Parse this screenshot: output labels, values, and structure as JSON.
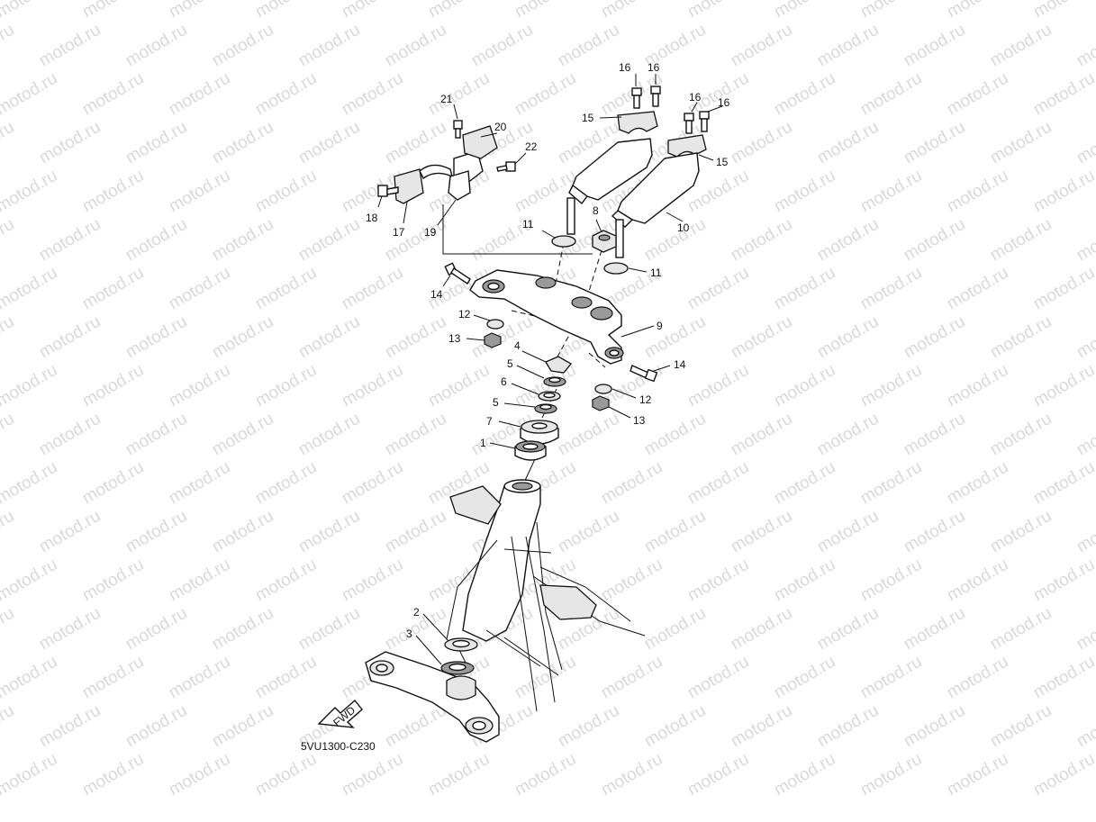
{
  "watermark": "motod.ru",
  "diagram_code": "5VU1300-C230",
  "fwd_label": "FWD",
  "callouts": [
    {
      "id": "c16a",
      "text": "16"
    },
    {
      "id": "c16b",
      "text": "16"
    },
    {
      "id": "c16c",
      "text": "16"
    },
    {
      "id": "c16d",
      "text": "16"
    },
    {
      "id": "c15a",
      "text": "15"
    },
    {
      "id": "c15b",
      "text": "15"
    },
    {
      "id": "c21",
      "text": "21"
    },
    {
      "id": "c20",
      "text": "20"
    },
    {
      "id": "c22",
      "text": "22"
    },
    {
      "id": "c18",
      "text": "18"
    },
    {
      "id": "c17",
      "text": "17"
    },
    {
      "id": "c19",
      "text": "19"
    },
    {
      "id": "c10",
      "text": "10"
    },
    {
      "id": "c11a",
      "text": "11"
    },
    {
      "id": "c8",
      "text": "8"
    },
    {
      "id": "c11b",
      "text": "11"
    },
    {
      "id": "c14a",
      "text": "14"
    },
    {
      "id": "c12a",
      "text": "12"
    },
    {
      "id": "c13a",
      "text": "13"
    },
    {
      "id": "c9",
      "text": "9"
    },
    {
      "id": "c4",
      "text": "4"
    },
    {
      "id": "c5a",
      "text": "5"
    },
    {
      "id": "c14b",
      "text": "14"
    },
    {
      "id": "c6",
      "text": "6"
    },
    {
      "id": "c12b",
      "text": "12"
    },
    {
      "id": "c5b",
      "text": "5"
    },
    {
      "id": "c13b",
      "text": "13"
    },
    {
      "id": "c7",
      "text": "7"
    },
    {
      "id": "c1",
      "text": "1"
    },
    {
      "id": "c2",
      "text": "2"
    },
    {
      "id": "c3",
      "text": "3"
    }
  ]
}
